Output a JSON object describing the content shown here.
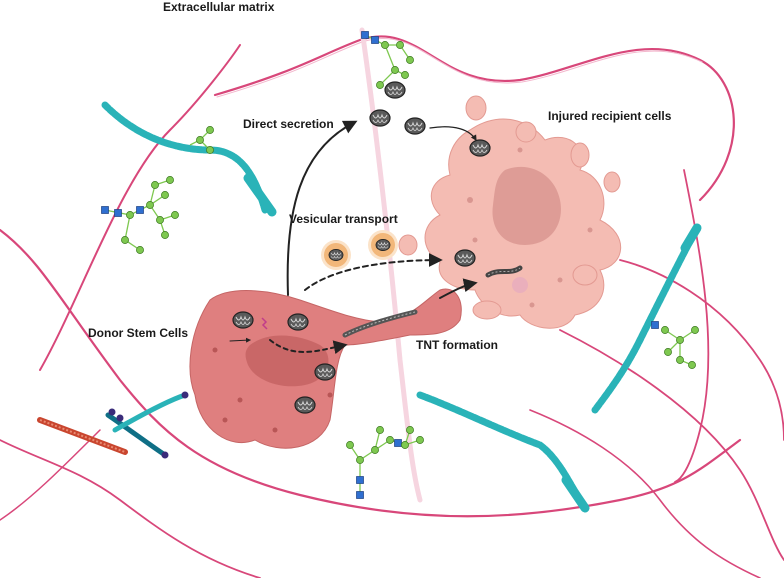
{
  "labels": {
    "ecm": "Extracellular matrix",
    "direct_secretion": "Direct secretion",
    "recipient": "Injured recipient cells",
    "vesicular": "Vesicular transport",
    "donor": "Donor Stem Cells",
    "tnt": "TNT formation"
  },
  "colors": {
    "fiber": "#d8477a",
    "fiber_light": "#f3b7cd",
    "donor_cell": "#df7f7f",
    "donor_nucleus": "#c15f5f",
    "recipient_cell": "#f4bcb3",
    "recipient_nucleus": "#d99690",
    "collagen": "#2ab3b8",
    "collagen_dark": "#0f6f86",
    "glycan_green": "#7ec850",
    "glycan_blue": "#2f6fd0",
    "mito": "#555555",
    "vesicle": "#f2b77a",
    "arrow": "#222222"
  },
  "icons": [
    "mitochondrion-icon",
    "vesicle-icon",
    "glycan-icon",
    "collagen-fiber-icon"
  ]
}
